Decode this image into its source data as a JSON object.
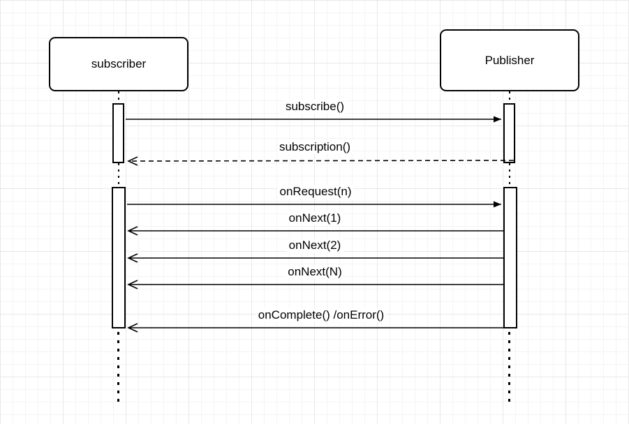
{
  "diagram_type": "uml-sequence",
  "actors": [
    {
      "name": "subscriber"
    },
    {
      "name": "Publisher"
    }
  ],
  "messages": [
    {
      "label": "subscribe()",
      "from": "subscriber",
      "to": "Publisher",
      "line": "solid",
      "arrowhead": "filled"
    },
    {
      "label": "subscription()",
      "from": "Publisher",
      "to": "subscriber",
      "line": "dashed",
      "arrowhead": "open"
    },
    {
      "label": "onRequest(n)",
      "from": "subscriber",
      "to": "Publisher",
      "line": "solid",
      "arrowhead": "filled"
    },
    {
      "label": "onNext(1)",
      "from": "Publisher",
      "to": "subscriber",
      "line": "solid",
      "arrowhead": "open"
    },
    {
      "label": "onNext(2)",
      "from": "Publisher",
      "to": "subscriber",
      "line": "solid",
      "arrowhead": "open"
    },
    {
      "label": "onNext(N)",
      "from": "Publisher",
      "to": "subscriber",
      "line": "solid",
      "arrowhead": "open"
    },
    {
      "label": "onComplete() /onError()",
      "from": "Publisher",
      "to": "subscriber",
      "line": "solid",
      "arrowhead": "open"
    }
  ],
  "colors": {
    "stroke": "#000000",
    "background": "#ffffff",
    "grid_minor": "#f4f4f4",
    "grid_major": "#e8e8e8"
  }
}
